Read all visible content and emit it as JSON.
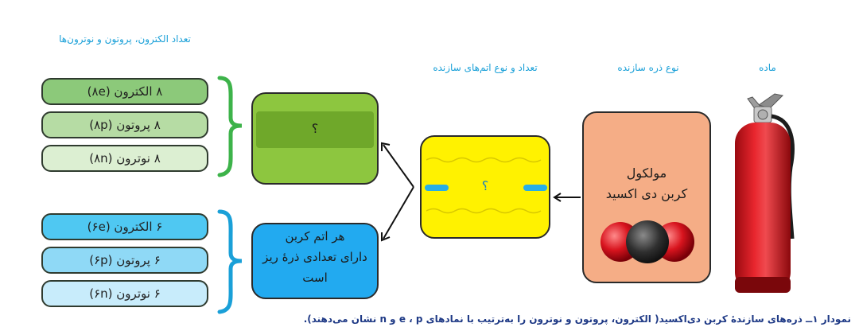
{
  "headers": {
    "counts": "تعداد الکترون، پروتون و نوترون‌ها",
    "count_and_type": "تعداد و نوع اتم‌های سازنده",
    "particle_type": "نوع ذره سازنده",
    "substance": "ماده"
  },
  "green_pills": [
    "۸ الکترون (۸e)",
    "۸ پروتون (۸p)",
    "۸ نوترون (۸n)"
  ],
  "blue_pills": [
    "۶ الکترون (۶e)",
    "۶ پروتون (۶p)",
    "۶ نوترون (۶n)"
  ],
  "green_box": {
    "text": "؟"
  },
  "yellow_box": {
    "text": "؟"
  },
  "blue_box": {
    "line1": "هر اتم کربن",
    "line2": "دارای تعدادی ذرهٔ ریز",
    "line3": "است"
  },
  "orange_box": {
    "line1": "مولکول",
    "line2": "کربن دی اکسید"
  },
  "caption": "نمودار ۱ــ ذره‌های سازندهٔ کربن دی‌اکسید( الکترون، پروتون و نوترون را به‌ترتیب با نمادهای e ، p و n نشان می‌دهند).",
  "colors": {
    "green_pills": [
      "#8cc97a",
      "#b6dca4",
      "#dcefd2"
    ],
    "blue_pills": [
      "#4fc8f2",
      "#8fd9f6",
      "#c8ecfb"
    ],
    "green_box": "#8dc63f",
    "yellow_box": "#fff200",
    "blue_box": "#22aaf0",
    "orange_box": "#f5ad86",
    "accent": "#1aa0d8"
  }
}
